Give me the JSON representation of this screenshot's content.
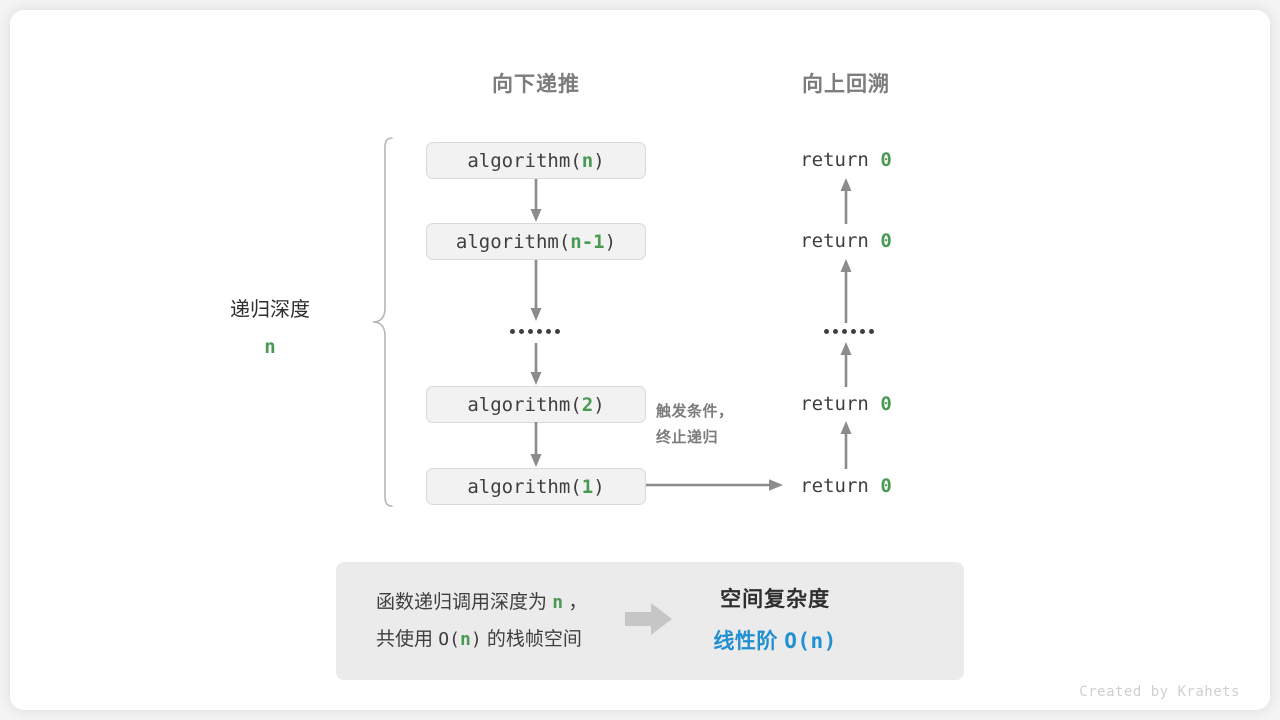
{
  "headers": {
    "down": "向下递推",
    "up": "向上回溯"
  },
  "depth": {
    "label": "递归深度",
    "value": "n"
  },
  "calls": [
    {
      "fn": "algorithm(",
      "arg": "n",
      "close": ")"
    },
    {
      "fn": "algorithm(",
      "arg": "n-1",
      "close": ")"
    },
    {
      "fn": "algorithm(",
      "arg": "2",
      "close": ")"
    },
    {
      "fn": "algorithm(",
      "arg": "1",
      "close": ")"
    }
  ],
  "returns": [
    {
      "kw": "return ",
      "val": "0"
    },
    {
      "kw": "return ",
      "val": "0"
    },
    {
      "kw": "return ",
      "val": "0"
    },
    {
      "kw": "return ",
      "val": "0"
    }
  ],
  "trigger": {
    "line1": "触发条件，",
    "line2": "终止递归"
  },
  "summary": {
    "left_line1_a": "函数递归调用深度为 ",
    "left_line1_n": "n",
    "left_line1_b": " ，",
    "left_line2_a": "共使用 ",
    "left_line2_o": "O(",
    "left_line2_n": "n",
    "left_line2_c": ")",
    "left_line2_b": " 的栈帧空间",
    "title": "空间复杂度",
    "value_text": "线性阶 ",
    "value_mono": "O(n)"
  },
  "credit": "Created by Krahets",
  "colors": {
    "green": "#4a9a54",
    "blue": "#2090d3",
    "gray_text": "#7c7c7c",
    "dark_text": "#3f3f3f",
    "box_fill": "#f2f2f2",
    "panel_fill": "#ebebeb",
    "arrow": "#8c8c8c"
  },
  "icons": {
    "down_arrow": "arrow-down-icon",
    "up_arrow": "arrow-up-icon",
    "right_arrow": "arrow-right-icon",
    "brace": "curly-brace-icon",
    "block_arrow": "block-arrow-right-icon",
    "ellipsis": "ellipsis-icon"
  }
}
